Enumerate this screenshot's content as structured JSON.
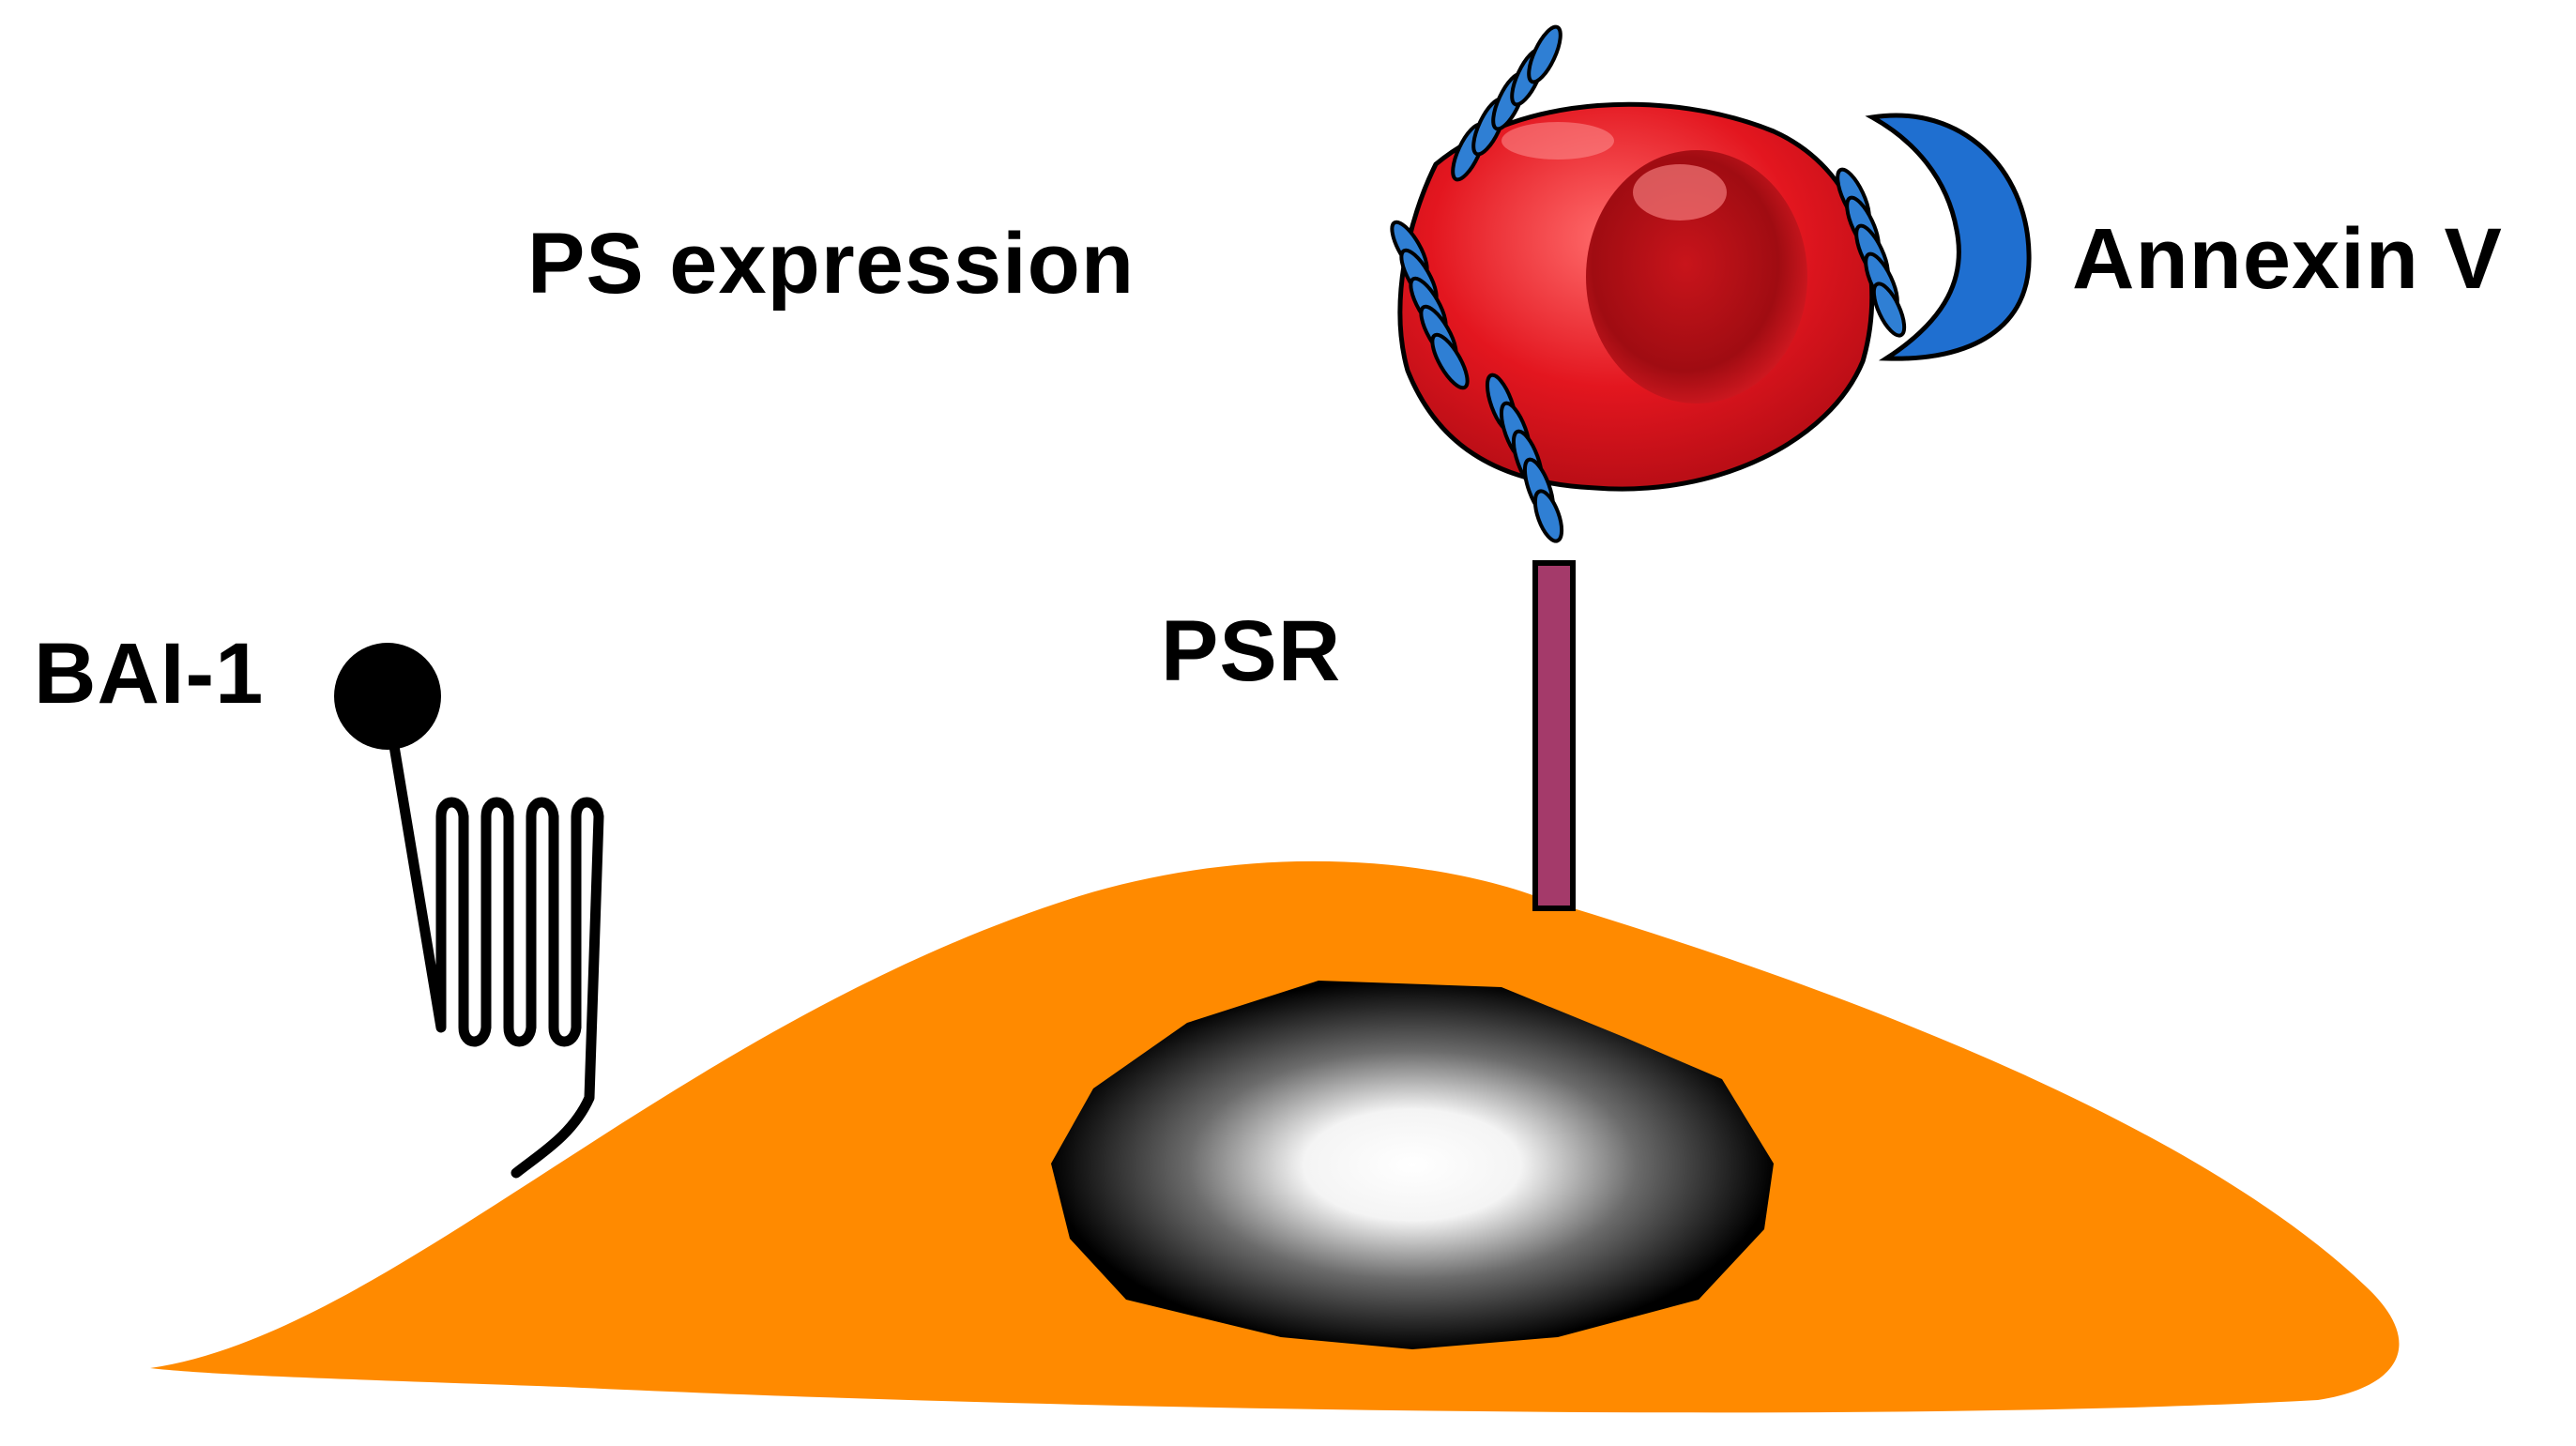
{
  "labels": {
    "ps_expression": "PS expression",
    "annexin": "Annexin V",
    "bai1": "BAI-1",
    "psr": "PSR"
  },
  "colors": {
    "cell_body": "#ff8a00",
    "red_cell": "#e81a22",
    "red_cell_dark": "#a30d12",
    "phospholipid": "#2f7fd4",
    "annexin": "#1f6fd0",
    "receptor": "#a43a6a",
    "outline": "#000000"
  },
  "icons": [
    "phagocyte-cell",
    "nucleus",
    "red-blood-cell",
    "ps-lipid-cluster",
    "annexin-crescent",
    "psr-receptor",
    "bai1-receptor"
  ]
}
